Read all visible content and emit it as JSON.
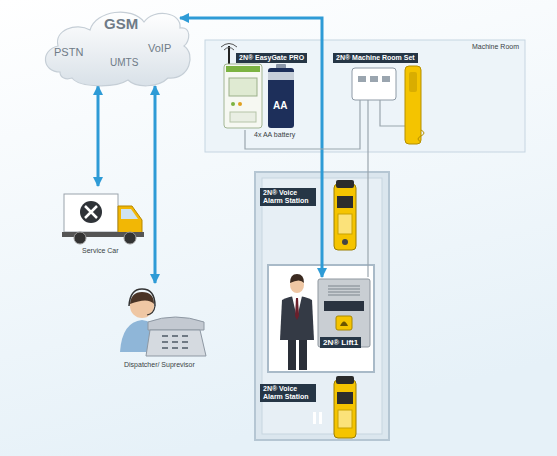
{
  "diagram": {
    "nodes": [
      {
        "text": [
          "GSM",
          "PSTN",
          "UMTS",
          "VoIP"
        ]
      },
      {
        "text": [
          "Machine Room"
        ]
      },
      {
        "text": [
          "2N® EasyGate PRO"
        ],
        "in": 1
      },
      {
        "text": [
          "2N® Machine Room Set"
        ],
        "in": 1
      },
      {
        "text": [
          "Service Car"
        ]
      },
      {
        "text": [
          "2N® Voice Alarm Station"
        ]
      },
      {
        "text": [
          "2N® Lift1"
        ]
      },
      {
        "text": [
          "Dispatcher/ Suprevisor"
        ]
      },
      {
        "text": [
          "2N® Voice Alarm Station"
        ]
      }
    ],
    "edges": [
      {
        "from": 0,
        "to": 4,
        "arrow": "both"
      },
      {
        "from": 0,
        "to": 7,
        "arrow": "both"
      },
      {
        "from": 0,
        "to": 6,
        "arrow": "both"
      },
      {
        "from": 2,
        "to": 3,
        "arrow": "none"
      },
      {
        "from": 3,
        "to": 6,
        "arrow": "none"
      }
    ],
    "labels": [
      "4x AA battery",
      "AA"
    ]
  }
}
